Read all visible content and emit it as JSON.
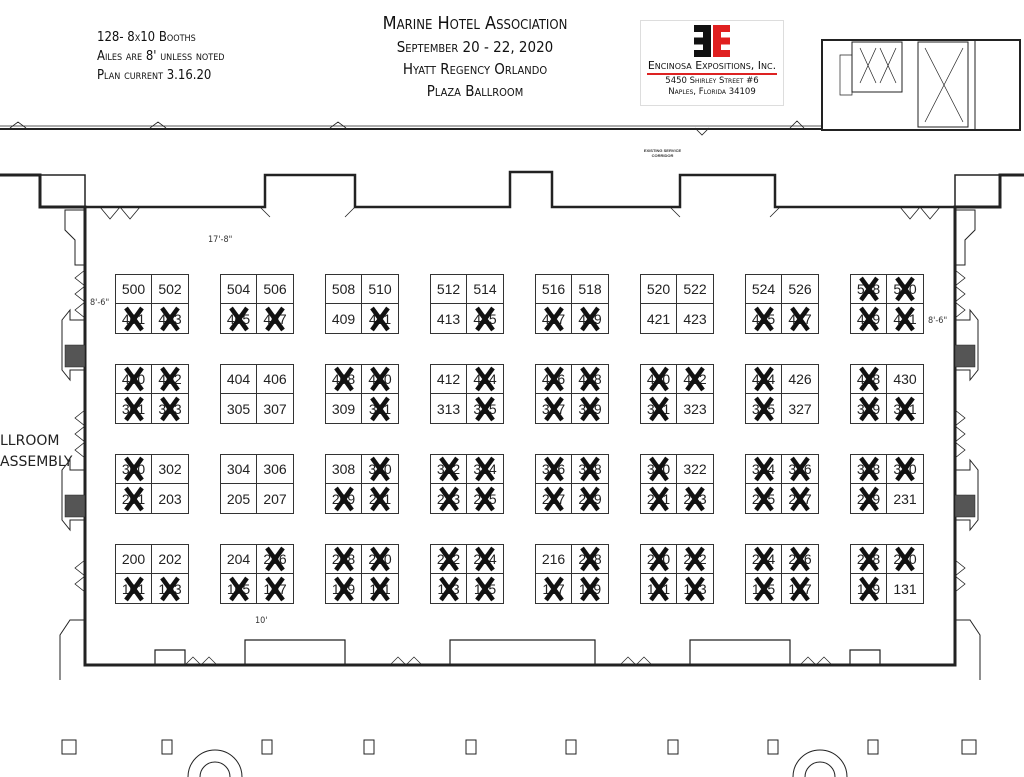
{
  "notes": [
    "128-  8x10 Booths",
    "Ailes are 8' unless noted",
    "Plan current 3.16.20"
  ],
  "title": {
    "event": "Marine Hotel Association",
    "dates": "September 20 - 22, 2020",
    "venue": "Hyatt Regency Orlando",
    "room": "Plaza Ballroom"
  },
  "logo": {
    "mark": "EE",
    "company": "Encinosa Expositions, Inc.",
    "address1": "5450 Shirley Street #6",
    "address2": "Naples, Florida 34109",
    "colors": {
      "black": "#111111",
      "red": "#e02020"
    }
  },
  "labels": {
    "top_aisle": "17'-8\"",
    "left_aisle": "8'-6\"",
    "right_aisle": "8'-6\"",
    "bottom_aisle": "10'",
    "ballroom_assembly_1": "LLROOM",
    "ballroom_assembly_2": "ASSEMBLY",
    "service_corridor": "EXISTING SERVICE CORRIDOR"
  },
  "legend": {
    "sold_marker": "X"
  },
  "booth_rows": [
    {
      "top": [
        "500",
        "502",
        "504",
        "506",
        "508",
        "510",
        "512",
        "514",
        "516",
        "518",
        "520",
        "522",
        "524",
        "526",
        "528",
        "530"
      ],
      "bottom": [
        "401",
        "403",
        "405",
        "407",
        "409",
        "411",
        "413",
        "415",
        "417",
        "419",
        "421",
        "423",
        "425",
        "427",
        "429",
        "431"
      ]
    },
    {
      "top": [
        "400",
        "402",
        "404",
        "406",
        "408",
        "410",
        "412",
        "414",
        "416",
        "418",
        "420",
        "422",
        "424",
        "426",
        "428",
        "430"
      ],
      "bottom": [
        "301",
        "303",
        "305",
        "307",
        "309",
        "311",
        "313",
        "315",
        "317",
        "319",
        "321",
        "323",
        "325",
        "327",
        "329",
        "331"
      ]
    },
    {
      "top": [
        "300",
        "302",
        "304",
        "306",
        "308",
        "310",
        "312",
        "314",
        "316",
        "318",
        "320",
        "322",
        "324",
        "326",
        "328",
        "330"
      ],
      "bottom": [
        "201",
        "203",
        "205",
        "207",
        "209",
        "211",
        "213",
        "215",
        "217",
        "219",
        "221",
        "223",
        "225",
        "227",
        "229",
        "231"
      ]
    },
    {
      "top": [
        "200",
        "202",
        "204",
        "206",
        "208",
        "210",
        "212",
        "214",
        "216",
        "218",
        "220",
        "222",
        "224",
        "226",
        "228",
        "230"
      ],
      "bottom": [
        "101",
        "103",
        "105",
        "107",
        "109",
        "111",
        "113",
        "115",
        "117",
        "119",
        "121",
        "123",
        "125",
        "127",
        "129",
        "131"
      ]
    }
  ],
  "sold_booths": [
    "528",
    "530",
    "401",
    "403",
    "405",
    "407",
    "411",
    "415",
    "417",
    "419",
    "425",
    "427",
    "429",
    "431",
    "400",
    "402",
    "408",
    "410",
    "414",
    "416",
    "418",
    "420",
    "422",
    "424",
    "428",
    "301",
    "303",
    "311",
    "315",
    "317",
    "319",
    "321",
    "325",
    "329",
    "331",
    "300",
    "310",
    "312",
    "314",
    "316",
    "318",
    "320",
    "324",
    "326",
    "328",
    "330",
    "201",
    "209",
    "211",
    "213",
    "215",
    "217",
    "219",
    "221",
    "223",
    "225",
    "227",
    "229",
    "206",
    "208",
    "210",
    "212",
    "214",
    "218",
    "220",
    "222",
    "224",
    "226",
    "228",
    "230",
    "101",
    "103",
    "105",
    "107",
    "109",
    "111",
    "113",
    "115",
    "117",
    "119",
    "121",
    "123",
    "125",
    "127",
    "129"
  ]
}
